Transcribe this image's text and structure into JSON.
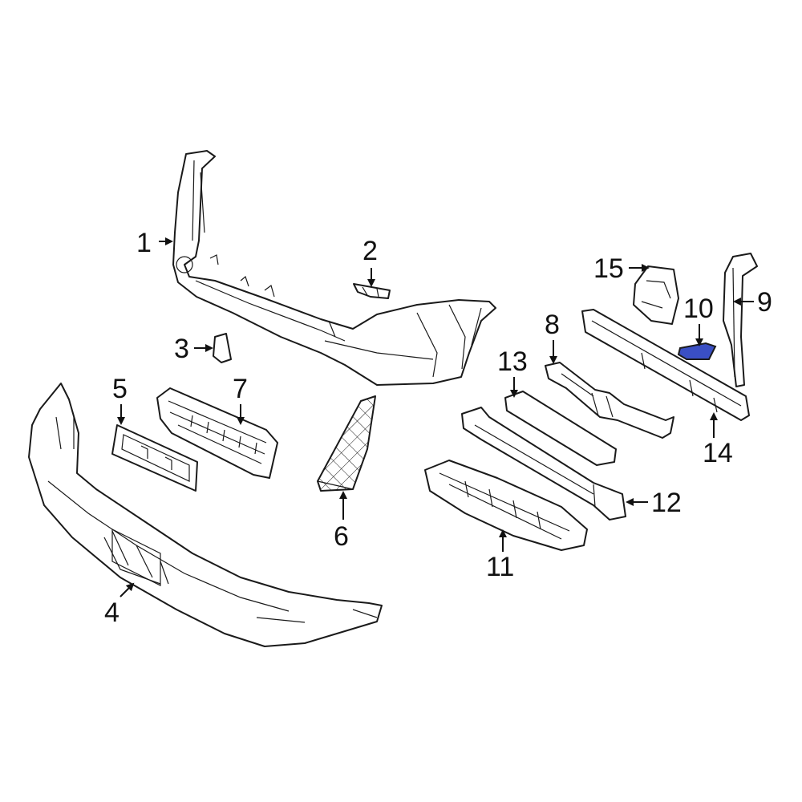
{
  "diagram": {
    "highlight_color": "#3a4fc4",
    "line_color": "#1a1a1a",
    "callouts": [
      {
        "id": "1",
        "label": "1"
      },
      {
        "id": "2",
        "label": "2"
      },
      {
        "id": "3",
        "label": "3"
      },
      {
        "id": "4",
        "label": "4"
      },
      {
        "id": "5",
        "label": "5"
      },
      {
        "id": "6",
        "label": "6"
      },
      {
        "id": "7",
        "label": "7"
      },
      {
        "id": "8",
        "label": "8"
      },
      {
        "id": "9",
        "label": "9"
      },
      {
        "id": "10",
        "label": "10",
        "highlighted": true
      },
      {
        "id": "11",
        "label": "11"
      },
      {
        "id": "12",
        "label": "12"
      },
      {
        "id": "13",
        "label": "13"
      },
      {
        "id": "14",
        "label": "14"
      },
      {
        "id": "15",
        "label": "15"
      }
    ]
  }
}
